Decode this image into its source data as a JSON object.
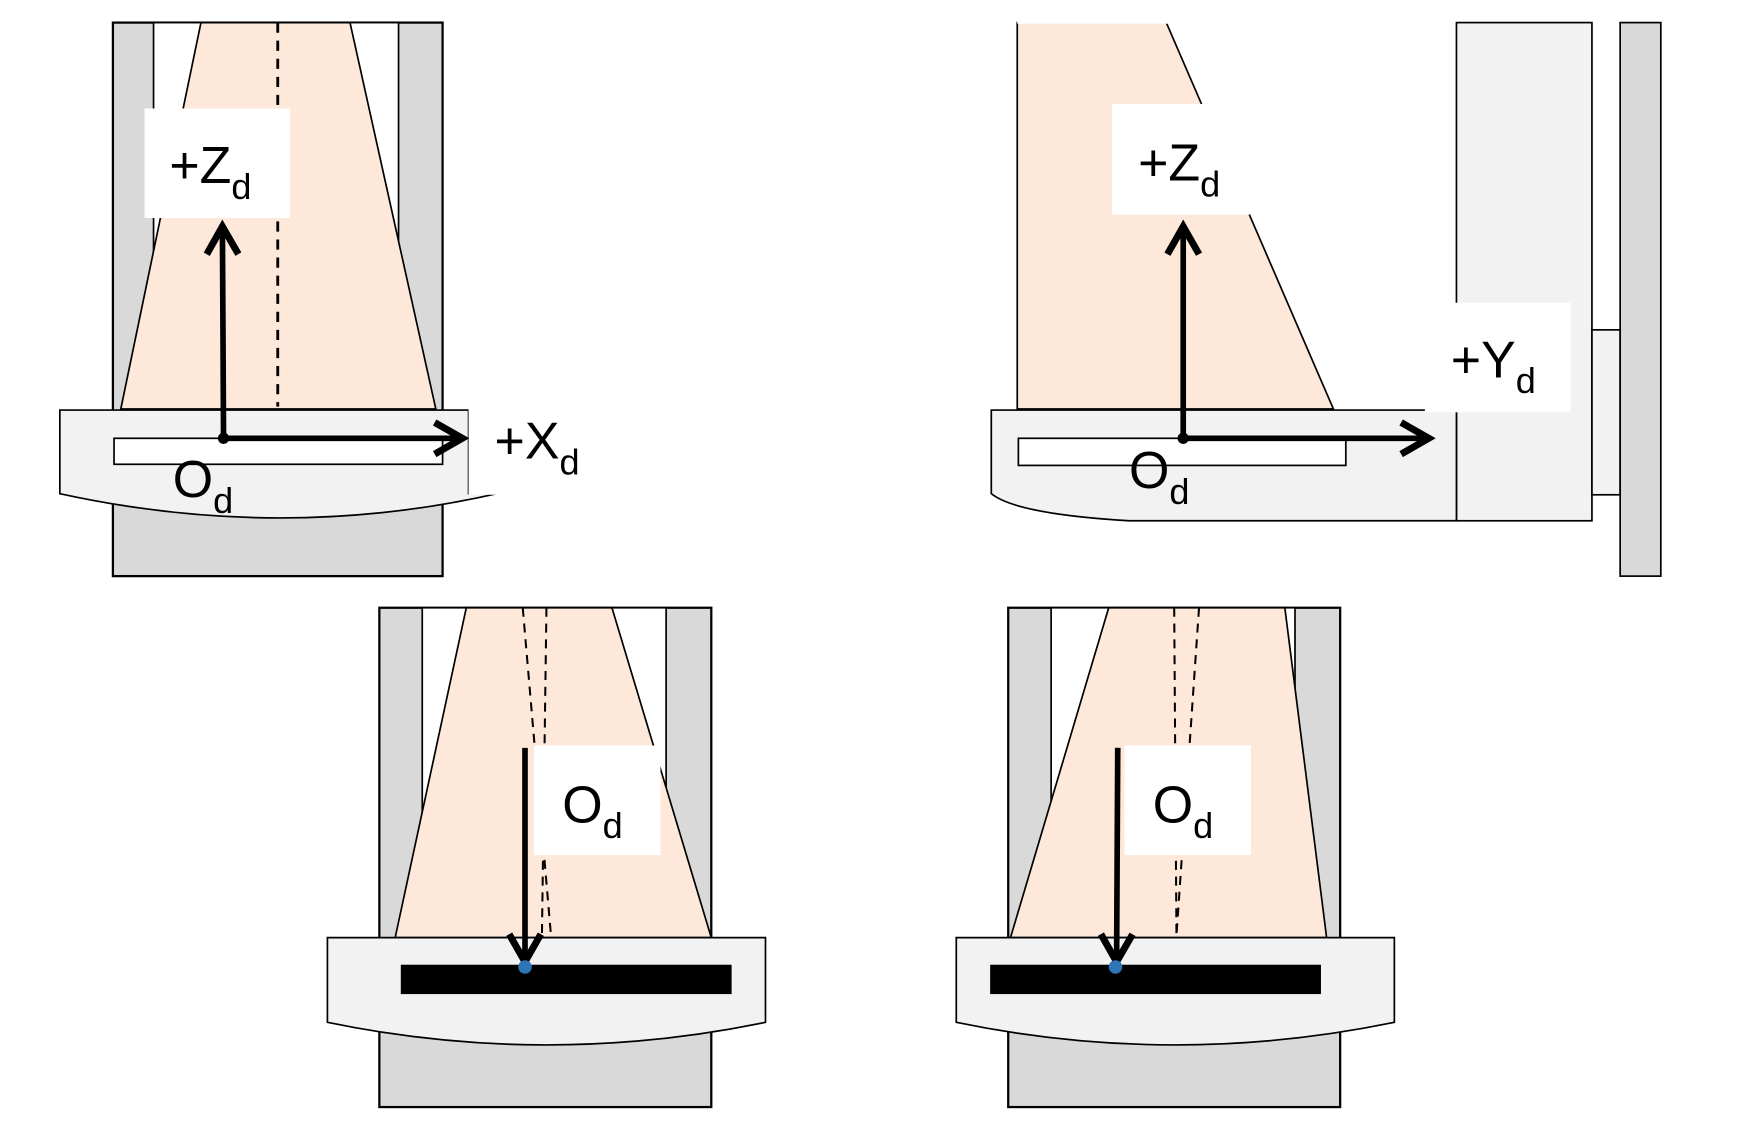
{
  "panels": [
    {
      "name": "top-left",
      "labels": {
        "z_axis": "+Z",
        "x_axis": "+X",
        "origin": "O",
        "subscript": "d"
      }
    },
    {
      "name": "top-right",
      "labels": {
        "z_axis": "+Z",
        "y_axis": "+Y",
        "origin": "O",
        "subscript": "d"
      }
    },
    {
      "name": "bottom-left",
      "labels": {
        "origin": "O",
        "subscript": "d"
      }
    },
    {
      "name": "bottom-right",
      "labels": {
        "origin": "O",
        "subscript": "d"
      }
    }
  ],
  "colors": {
    "beam": "#fde8d9",
    "housing": "#d9d9d9",
    "bumper": "#f2f2f2",
    "sensor": "#000000",
    "origin_dot": "#2e75b6"
  }
}
